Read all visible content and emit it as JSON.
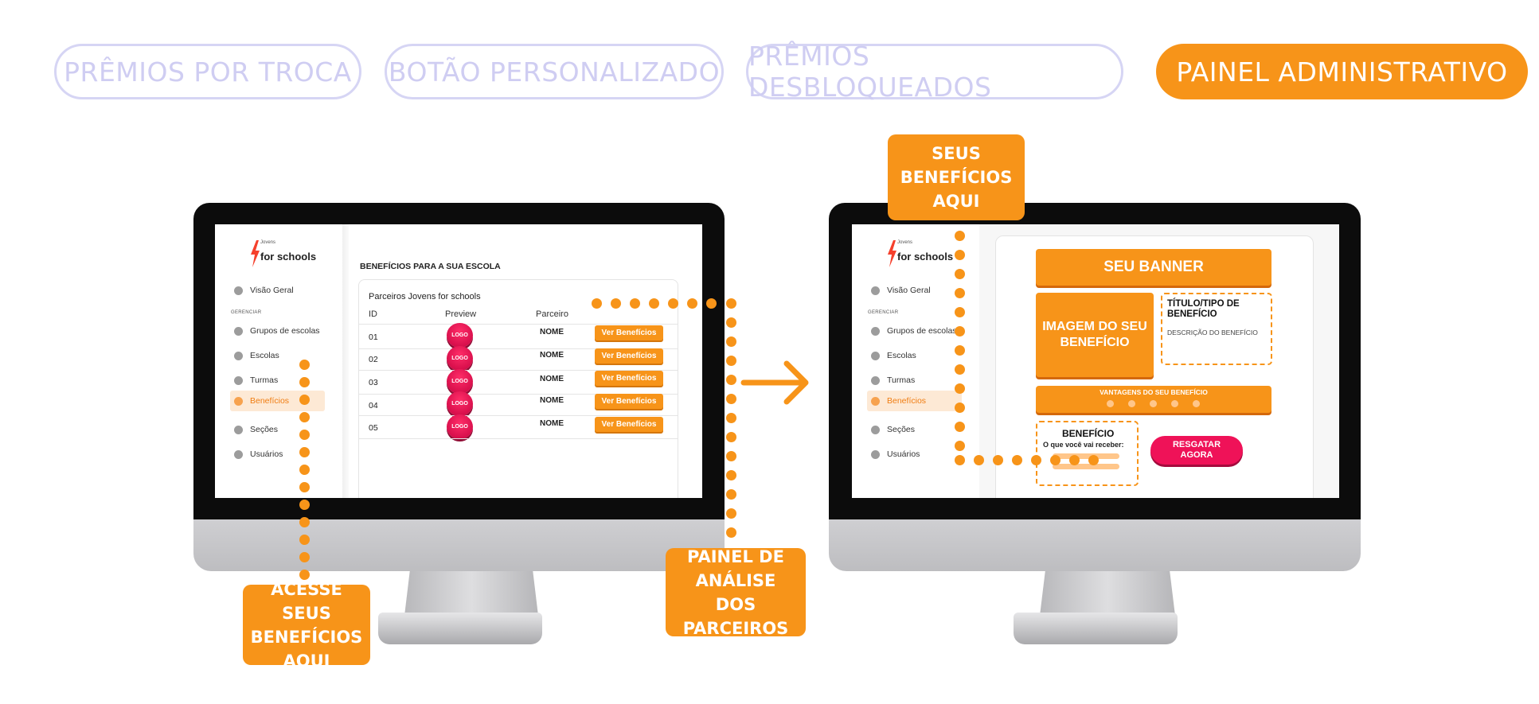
{
  "tabs": [
    {
      "label": "PRÊMIOS POR TROCA",
      "active": false
    },
    {
      "label": "BOTÃO PERSONALIZADO",
      "active": false
    },
    {
      "label": "PRÊMIOS DESBLOQUEADOS",
      "active": false
    },
    {
      "label": "PAINEL ADMINISTRATIVO",
      "active": true
    }
  ],
  "colors": {
    "accent": "#f79419",
    "tab_inactive": "#d6d5f4",
    "logo_pink": "#e0124f",
    "active_nav_bg": "#fde9d5"
  },
  "brand": {
    "small": "Jovens",
    "name": "for schools"
  },
  "sidebar": {
    "overview": "Visão Geral",
    "group_label": "GERENCIAR",
    "items": [
      "Grupos de escolas",
      "Escolas",
      "Turmas",
      "Benefícios",
      "Seções",
      "Usuários"
    ],
    "active": "Benefícios"
  },
  "left_screen": {
    "page_title": "BENEFÍCIOS PARA A SUA ESCOLA",
    "card_title": "Parceiros Jovens for schools",
    "columns": [
      "ID",
      "Preview",
      "Parceiro"
    ],
    "rows": [
      {
        "id": "01",
        "logo": "LOGO",
        "partner": "NOME",
        "action": "Ver Benefícios"
      },
      {
        "id": "02",
        "logo": "LOGO",
        "partner": "NOME",
        "action": "Ver Benefícios"
      },
      {
        "id": "03",
        "logo": "LOGO",
        "partner": "NOME",
        "action": "Ver Benefícios"
      },
      {
        "id": "04",
        "logo": "LOGO",
        "partner": "NOME",
        "action": "Ver Benefícios"
      },
      {
        "id": "05",
        "logo": "LOGO",
        "partner": "NOME",
        "action": "Ver Benefícios"
      }
    ]
  },
  "right_screen": {
    "banner": "SEU BANNER",
    "image": "IMAGEM DO SEU BENEFÍCIO",
    "title_type": "TÍTULO/TIPO DE BENEFÍCIO",
    "description": "DESCRIÇÃO DO BENEFÍCIO",
    "advantages": "VANTAGENS DO SEU BENEFÍCIO",
    "benefit_label": "BENEFÍCIO",
    "benefit_sub": "O que você vai receber:",
    "redeem": "RESGATAR AGORA"
  },
  "callouts": {
    "access": "ACESSE SEUS BENEFÍCIOS AQUI",
    "panel": "PAINEL DE ANÁLISE DOS PARCEIROS",
    "yours": "SEUS BENEFÍCIOS AQUI"
  },
  "icons": [
    "lightning-bolt-icon",
    "arrow-right-icon"
  ]
}
